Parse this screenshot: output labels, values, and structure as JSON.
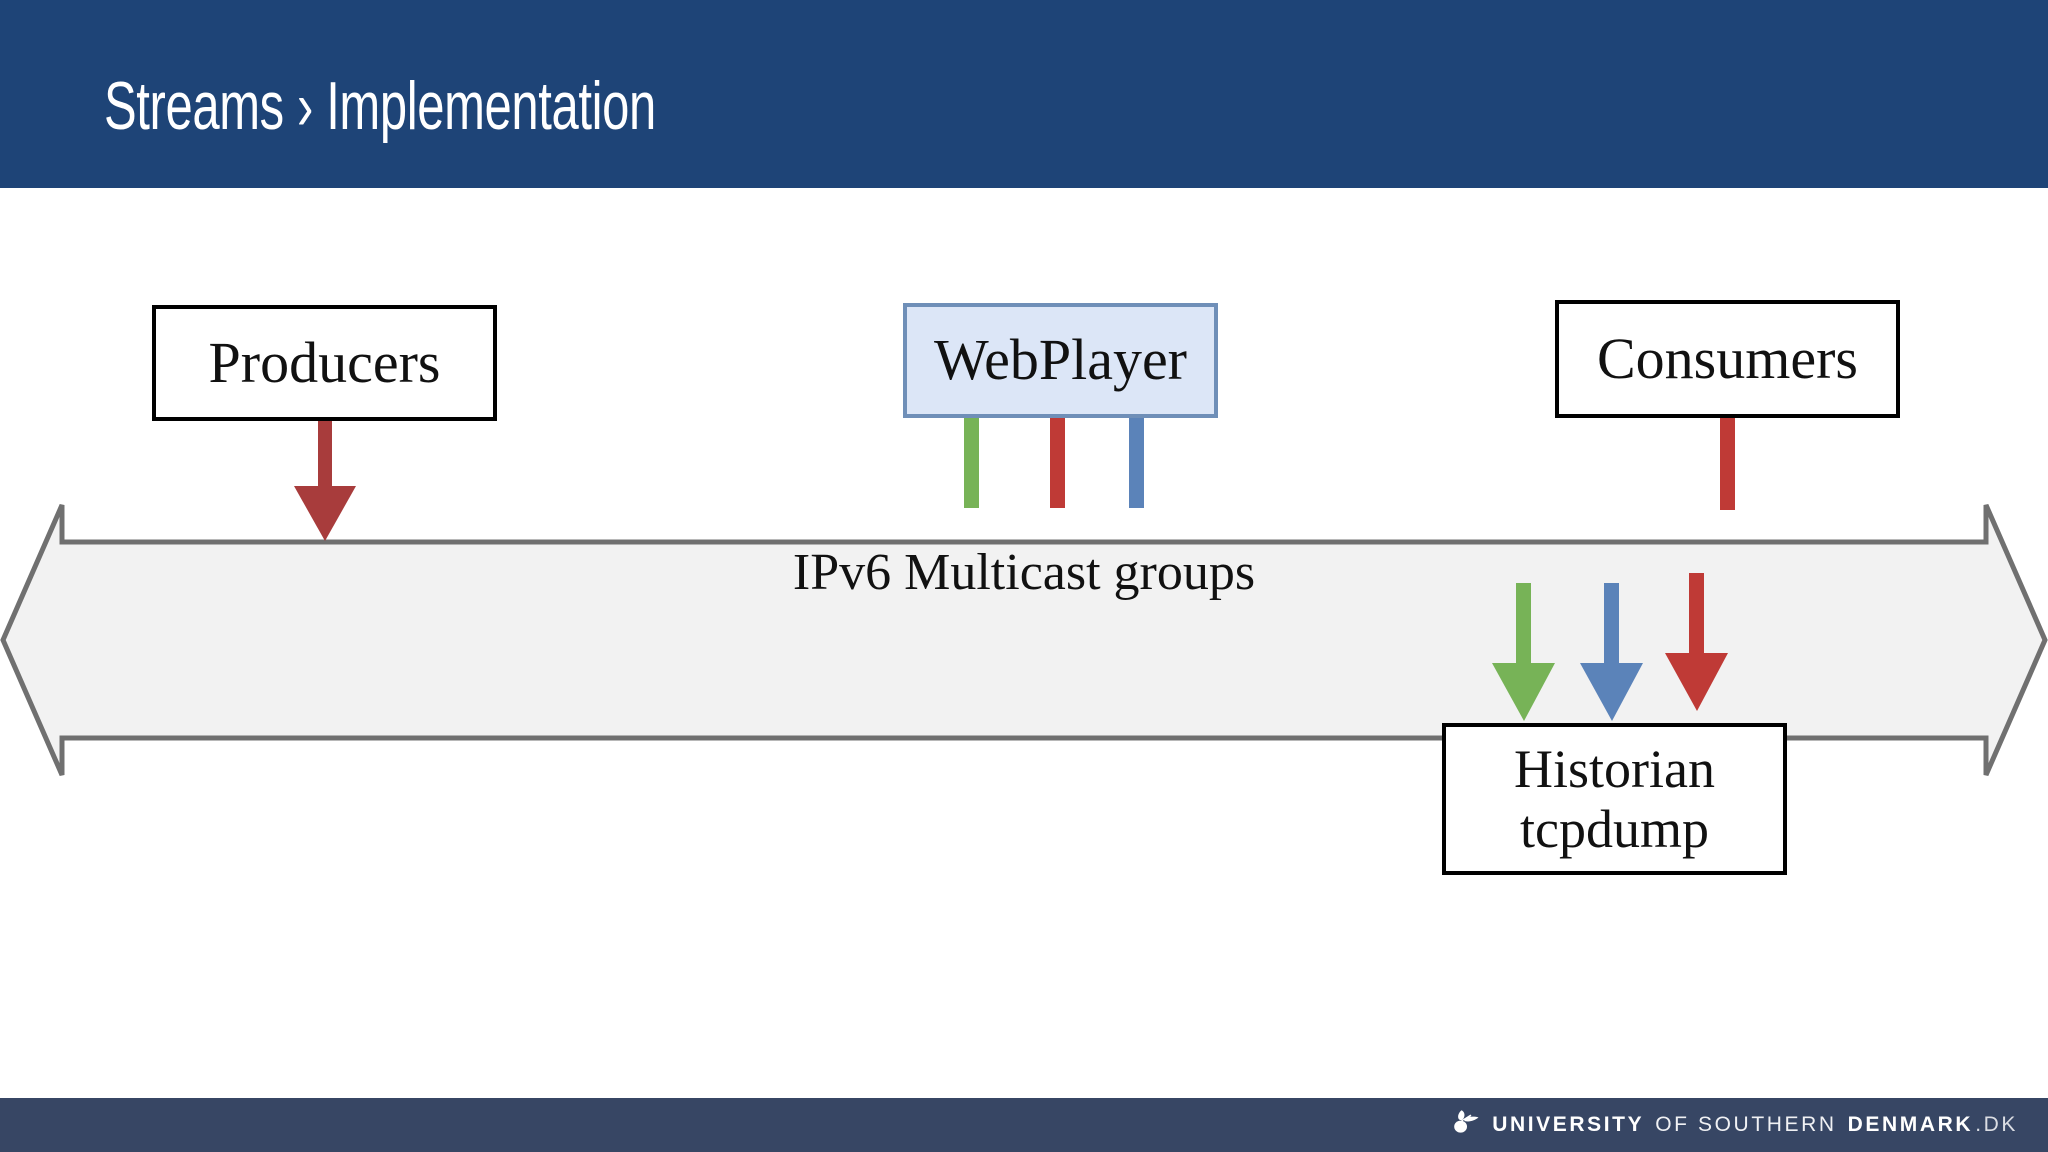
{
  "header": {
    "title": "Streams › Implementation",
    "background_color": "#1e4477",
    "text_color": "#ffffff"
  },
  "diagram": {
    "type": "architecture-block-diagram",
    "bus": {
      "label": "IPv6 Multicast groups",
      "fill_color": "#f2f2f2",
      "border_color": "#707070",
      "direction": "bidirectional"
    },
    "nodes": [
      {
        "id": "producers",
        "label": "Producers",
        "fill_color": "#ffffff",
        "border_color": "#000000"
      },
      {
        "id": "webplayer",
        "label": "WebPlayer",
        "fill_color": "#dce6f7",
        "border_color": "#6f8fb8"
      },
      {
        "id": "consumers",
        "label": "Consumers",
        "fill_color": "#ffffff",
        "border_color": "#000000"
      },
      {
        "id": "historian",
        "label_line1": "Historian",
        "label_line2": "tcpdump",
        "fill_color": "#ffffff",
        "border_color": "#000000"
      }
    ],
    "flows": [
      {
        "from": "producers",
        "to": "bus",
        "color": "#a83c3c",
        "direction": "down"
      },
      {
        "from": "bus",
        "to": "webplayer",
        "color": "#77b357",
        "direction": "up"
      },
      {
        "from": "bus",
        "to": "webplayer",
        "color": "#bf3a36",
        "direction": "up"
      },
      {
        "from": "bus",
        "to": "webplayer",
        "color": "#5b83b9",
        "direction": "up"
      },
      {
        "from": "bus",
        "to": "consumers",
        "color": "#bf3a36",
        "direction": "up"
      },
      {
        "from": "bus",
        "to": "historian",
        "color": "#77b357",
        "direction": "down"
      },
      {
        "from": "bus",
        "to": "historian",
        "color": "#5b83b9",
        "direction": "down"
      },
      {
        "from": "bus",
        "to": "historian",
        "color": "#bf3a36",
        "direction": "down"
      }
    ]
  },
  "footer": {
    "background_color": "#374664",
    "logo_name": "sdu-leaf-logo",
    "brand_part1": "UNIVERSITY",
    "brand_part2": "OF SOUTHERN",
    "brand_part3": "DENMARK",
    "brand_tld": ".DK"
  }
}
